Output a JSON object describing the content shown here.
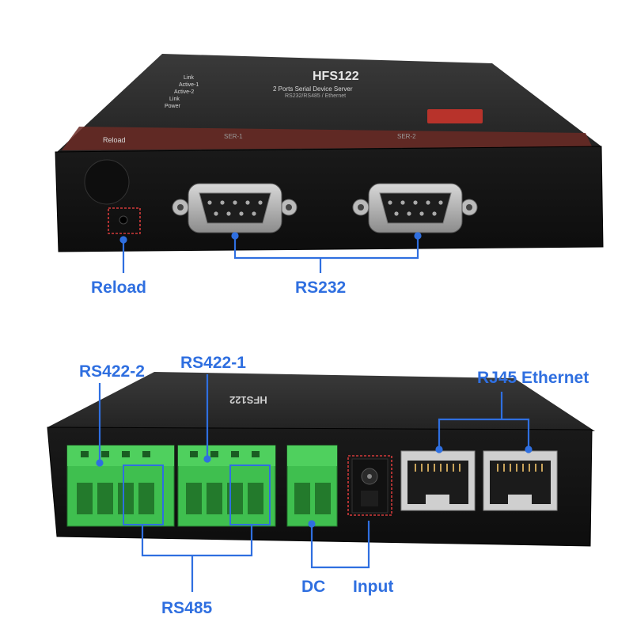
{
  "colors": {
    "callout_blue": "#2f6fe0",
    "callout_red": "#d23a3a",
    "device_body": "#1c1c1c",
    "terminal_green": "#3fbf4f",
    "brand_red": "#b8332b"
  },
  "top_device": {
    "model": "HFS122",
    "subtitle": "2 Ports Serial Device Server",
    "subtitle2": "RS232/RS485 / Ethernet",
    "leds": [
      "Link",
      "Active-1",
      "Active-2",
      "Link",
      "Power"
    ],
    "reload_text": "Reload",
    "port_label_1": "SER-1",
    "port_label_2": "SER-2"
  },
  "bottom_device": {
    "model": "HFS122"
  },
  "callouts": {
    "reload": "Reload",
    "rs232": "RS232",
    "rs422_2": "RS422-2",
    "rs422_1": "RS422-1",
    "rj45": "RJ45 Ethernet",
    "rs485": "RS485",
    "dc": "DC",
    "input": "Input"
  }
}
